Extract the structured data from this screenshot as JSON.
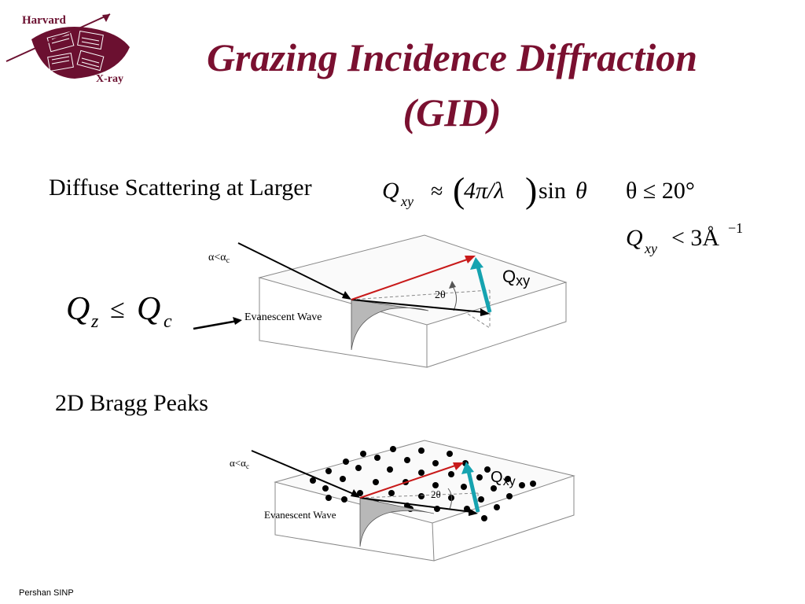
{
  "logo": {
    "top_text": "Harvard",
    "bottom_text": "X-ray",
    "colors": {
      "shield": "#6b1030",
      "arrow": "#6b1030"
    }
  },
  "title": {
    "line1": "Grazing Incidence Diffraction",
    "line2": "(GID)",
    "color": "#7a1030"
  },
  "section1": {
    "heading": "Diffuse Scattering at Larger",
    "formula_qxy_symbol": "Q",
    "formula_qxy_sub": "xy",
    "formula_approx": "≈",
    "formula_body": "4π/λ",
    "formula_sin": "sin",
    "formula_theta": "θ",
    "condition1": "θ ≤ 20°",
    "condition2_symbol": "Q",
    "condition2_sub": "xy",
    "condition2_rest": "< 3Å",
    "condition2_exp": "−1",
    "qz_symbol": "Q",
    "qz_sub": "z",
    "qz_leq": "≤",
    "qc_symbol": "Q",
    "qc_sub": "c"
  },
  "diagram1": {
    "incident_label": "α<α",
    "incident_sub": "c",
    "evanescent_label": "Evanescent Wave",
    "angle_label": "2θ",
    "q_label": "Q",
    "q_sub": "xy"
  },
  "section2": {
    "heading": "2D Bragg Peaks"
  },
  "diagram2": {
    "incident_label": "α<α",
    "incident_sub": "c",
    "evanescent_label": "Evanescent Wave",
    "angle_label": "2θ",
    "q_label": "Q",
    "q_sub": "xy"
  },
  "colors": {
    "incident_arrow": "#000000",
    "scattered_red": "#c81a1a",
    "q_vector": "#16a3b0"
  },
  "footer": "Pershan SINP"
}
